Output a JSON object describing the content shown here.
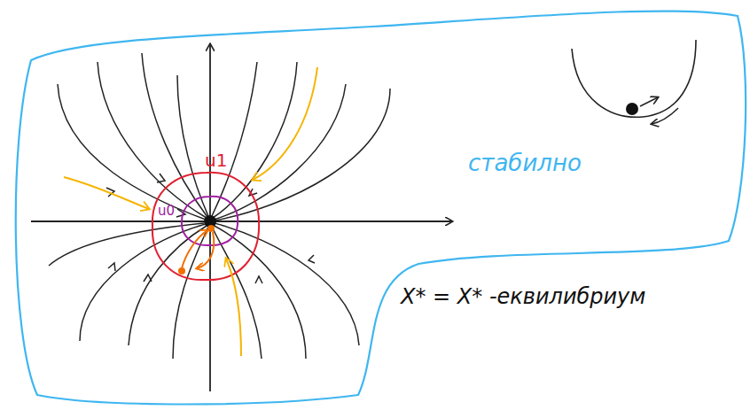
{
  "diagram": {
    "labels": [
      "u1",
      "u0",
      "стабилно",
      "X* = X* -еквилибриум"
    ]
  }
}
